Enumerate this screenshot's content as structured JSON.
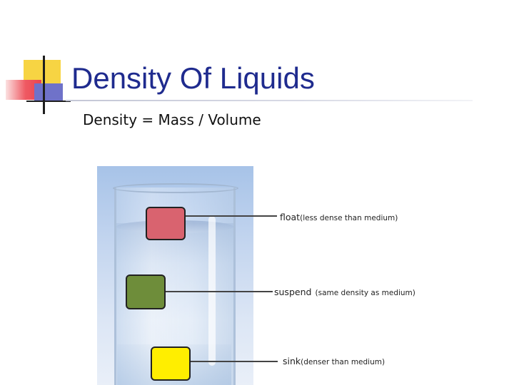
{
  "slide": {
    "title": "Density Of Liquids",
    "formula": "Density = Mass / Volume"
  },
  "figure": {
    "labels": [
      {
        "word": "float",
        "note": "(less dense than medium)",
        "block_color": "#d9636f"
      },
      {
        "word": "suspend",
        "note": "(same density as medium)",
        "block_color": "#6e8d3a"
      },
      {
        "word": "sink",
        "note": "(denser than medium)",
        "block_color": "#ffee00"
      }
    ]
  },
  "colors": {
    "title": "#1f2b8e",
    "accent_yellow": "#f7d443",
    "accent_red": "#e9434f",
    "accent_blue": "#6f72c9"
  }
}
